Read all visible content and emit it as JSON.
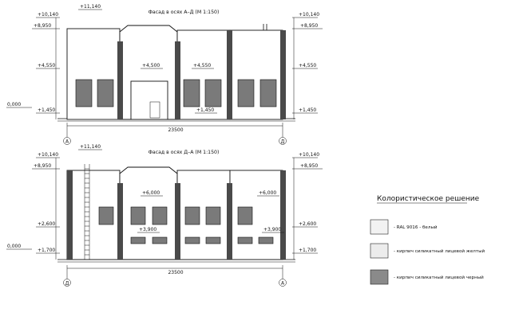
{
  "elevation_top": {
    "title": "Фасад в осях А–Д (М 1:150)",
    "marks_left": [
      "+10,140",
      "+8,950",
      "+4,550",
      "0,000",
      "+1,450"
    ],
    "marks_right": [
      "+10,140",
      "+8,950",
      "+4,550",
      "+1,450"
    ],
    "mark_peak": "+11,140",
    "mark_mid_left": "+4,500",
    "mark_mid_right": "+4,550",
    "mark_mid_low": "+1,450",
    "dimension": "23500",
    "axis_left": "А",
    "axis_right": "Д"
  },
  "elevation_bottom": {
    "title": "Фасад в осях Д–А (М 1:150)",
    "marks_left": [
      "+10,140",
      "+8,950",
      "+2,600",
      "0,000",
      "+1,700"
    ],
    "marks_right": [
      "+10,140",
      "+8,950",
      "+2,600",
      "+1,700"
    ],
    "mark_peak": "+11,140",
    "mark_mid_1": "+6,000",
    "mark_mid_2": "+3,900",
    "mark_mid_3": "+6,000",
    "mark_mid_4": "+3,900",
    "dimension": "23500",
    "axis_left": "Д",
    "axis_right": "А"
  },
  "legend": {
    "title": "Колористическое решение",
    "items": [
      {
        "label": "- RAL 9016 - белый",
        "color": "#f2f2f2"
      },
      {
        "label": "- кирпич силикатный лицевой желтый",
        "color": "#ececec"
      },
      {
        "label": "- кирпич силикатный лицевой черный",
        "color": "#8a8a8a"
      }
    ]
  }
}
